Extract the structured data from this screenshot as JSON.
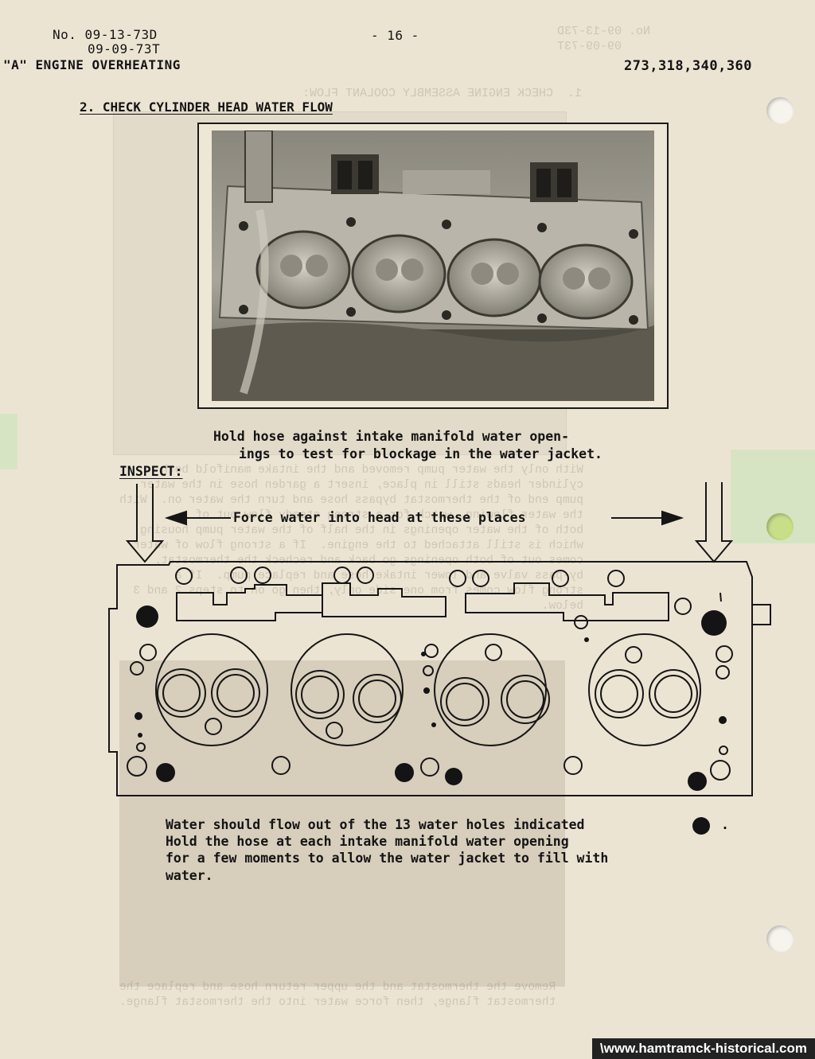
{
  "header": {
    "doc_no_line1": "No. 09-13-73D",
    "doc_no_line2": "09-09-73T",
    "page_number": "- 16 -",
    "title": "\"A\" ENGINE OVERHEATING",
    "engines": "273,318,340,360"
  },
  "section": {
    "heading": "2. CHECK CYLINDER HEAD WATER FLOW"
  },
  "photo": {
    "caption_line1": "Hold hose against intake manifold water open-",
    "caption_line2": "ings to test for blockage in the water jacket."
  },
  "diagram": {
    "inspect_label": "INSPECT:",
    "force_water_label": "Force water into head at these places",
    "note_line1": "Water should flow out of the 13 water holes indicated",
    "note_line2": "Hold the hose at each intake manifold water opening",
    "note_line3": "for a few moments to allow the water jacket to fill with",
    "note_line4": "water.",
    "note_period": "."
  },
  "watermark": {
    "text": "\\www.hamtramck-historical.com"
  }
}
